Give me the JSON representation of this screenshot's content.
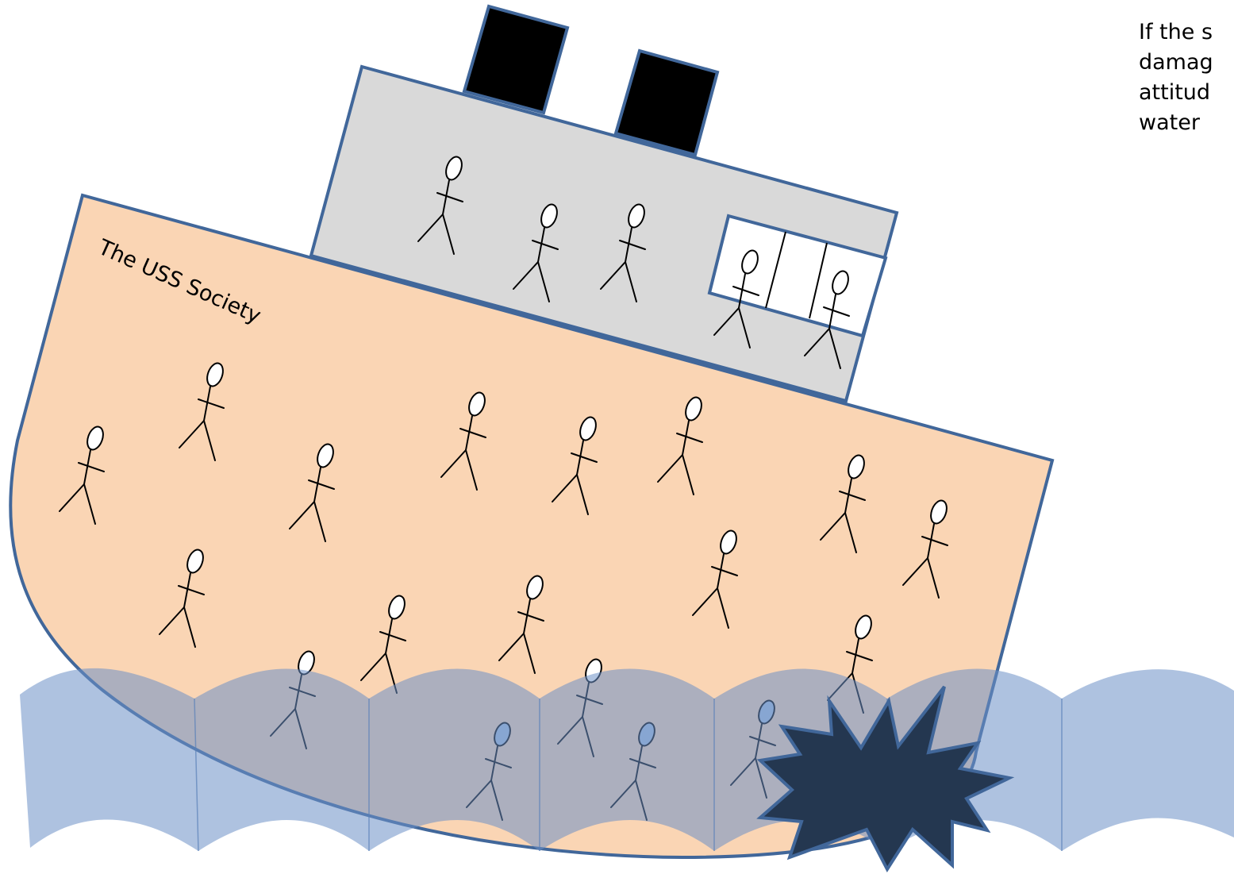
{
  "ship": {
    "name": "The USS Society"
  },
  "caption": {
    "lines": [
      "If the s",
      "damag",
      "attitud",
      "water"
    ]
  },
  "colors": {
    "hull": "#fad5b4",
    "outline": "#41679a",
    "cabin": "#d9d9d9",
    "funnel": "#000000",
    "water": "#9fb9d8",
    "burst": "#243750"
  }
}
